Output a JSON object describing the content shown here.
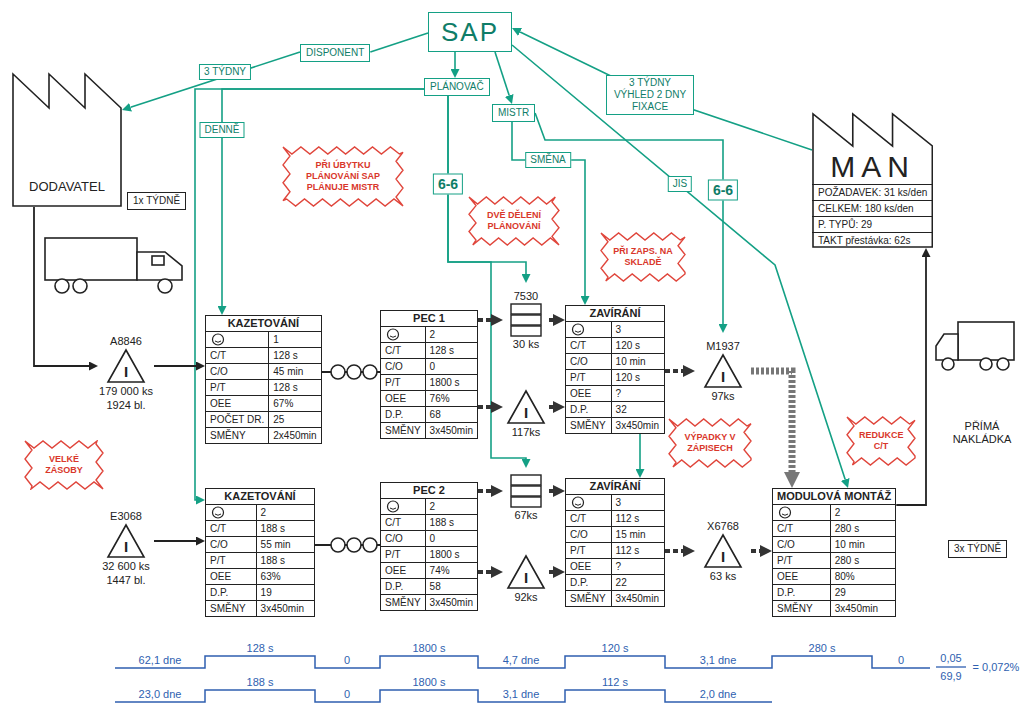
{
  "diagram": {
    "nodes": [
      {
        "text": [
          "SAP"
        ]
      },
      {
        "text": [
          "DISPONENT"
        ]
      },
      {
        "text": [
          "PLÁNOVAČ"
        ]
      },
      {
        "text": [
          "MISTR"
        ]
      },
      {
        "text": [
          "DODAVATEL"
        ]
      },
      {
        "text": [
          "MAN",
          "POŽADAVEK: 31 ks/den",
          "CELKEM: 180 ks/den",
          "P. TYPŮ: 29",
          "TAKT přestávka: 62s"
        ]
      },
      {
        "text": [
          "PŘI ÚBYTKU PLÁNOVÁNÍ SAP PLÁNUJE MISTR"
        ]
      },
      {
        "text": [
          "DVĚ DĚLENÍ PLÁNOVÁNÍ"
        ]
      },
      {
        "text": [
          "PŘI ZAPS. NA SKLADĚ"
        ]
      },
      {
        "text": [
          "1x TÝDNĚ"
        ]
      },
      {
        "text": [
          "7530",
          "30 ks"
        ]
      },
      {
        "text": [
          "M1937",
          "I",
          "97ks"
        ]
      },
      {
        "text": [
          "A8846",
          "I",
          "179 000 ks",
          "1924 bl."
        ]
      },
      {
        "text": [
          "KAZETOVÁNÍ",
          "1",
          "C/T",
          "128 s",
          "C/O",
          "45 min",
          "P/T",
          "128 s",
          "OEE",
          "67%",
          "POČET DR.",
          "25",
          "SMĚNY",
          "2x450min"
        ]
      },
      {
        "text": [
          "PEC 1",
          "2",
          "C/T",
          "128 s",
          "C/O",
          "0",
          "P/T",
          "1800 s",
          "OEE",
          "76%",
          "D.P.",
          "68",
          "SMĚNY",
          "3x450min"
        ]
      },
      {
        "text": [
          "I",
          "117ks"
        ]
      },
      {
        "text": [
          "ZAVÍRÁNÍ",
          "3",
          "C/T",
          "120 s",
          "C/O",
          "10 min",
          "P/T",
          "120 s",
          "OEE",
          "?",
          "D.P.",
          "32",
          "SMĚNY",
          "3x450min"
        ]
      },
      {
        "text": [
          "VÝPADKY V ZÁPISECH"
        ]
      },
      {
        "text": [
          "REDUKCE C/T"
        ]
      },
      {
        "text": [
          "VELKÉ ZÁSOBY"
        ]
      },
      {
        "text": [
          "E3068",
          "I",
          "32 600 ks",
          "1447 bl."
        ]
      },
      {
        "text": [
          "KAZETOVÁNÍ",
          "2",
          "C/T",
          "188 s",
          "C/O",
          "55 min",
          "P/T",
          "188 s",
          "OEE",
          "63%",
          "D.P.",
          "19",
          "SMĚNY",
          "3x450min"
        ]
      },
      {
        "text": [
          "PEC 2",
          "2",
          "C/T",
          "188 s",
          "C/O",
          "0",
          "P/T",
          "1800 s",
          "OEE",
          "74%",
          "D.P.",
          "58",
          "SMĚNY",
          "3x450min"
        ]
      },
      {
        "text": [
          "67ks"
        ]
      },
      {
        "text": [
          "I",
          "92ks"
        ]
      },
      {
        "text": [
          "ZAVÍRÁNÍ",
          "3",
          "C/T",
          "112 s",
          "C/O",
          "15 min",
          "P/T",
          "112 s",
          "OEE",
          "?",
          "D.P.",
          "22",
          "SMĚNY",
          "3x450min"
        ]
      },
      {
        "text": [
          "X6768",
          "I",
          "63 ks"
        ]
      },
      {
        "text": [
          "MODULOVÁ MONTÁŽ",
          "2",
          "C/T",
          "280 s",
          "C/O",
          "10 min",
          "P/T",
          "280 s",
          "OEE",
          "80%",
          "D.P.",
          "29",
          "SMĚNY",
          "3x450min"
        ]
      },
      {
        "text": [
          "3x TÝDNĚ"
        ]
      }
    ],
    "edges": [
      {
        "from": 0,
        "to": 1,
        "arrow": "none"
      },
      {
        "from": 1,
        "to": 4,
        "arrow": "to",
        "label": "3 TÝDNY"
      },
      {
        "from": 0,
        "to": 2,
        "arrow": "to"
      },
      {
        "from": 2,
        "to": 13,
        "arrow": "to",
        "label": "DENNĚ"
      },
      {
        "from": 2,
        "to": 21,
        "arrow": "to"
      },
      {
        "from": 2,
        "to": 10,
        "arrow": "to",
        "label": "6-6"
      },
      {
        "from": 2,
        "to": 23,
        "arrow": "to"
      },
      {
        "from": 0,
        "to": 3,
        "arrow": "to"
      },
      {
        "from": 3,
        "to": 16,
        "arrow": "to",
        "label": "SMĚNA"
      },
      {
        "from": 3,
        "to": 11,
        "arrow": "to",
        "label": "6-6"
      },
      {
        "from": 0,
        "to": 27,
        "arrow": "to",
        "label": "JIS"
      },
      {
        "from": 5,
        "to": 0,
        "arrow": "to",
        "label": "3 TÝDNY VÝHLED 2 DNY FIXACE"
      },
      {
        "from": 4,
        "to": 12,
        "arrow": "to"
      },
      {
        "from": 12,
        "to": 13,
        "arrow": "to"
      },
      {
        "from": 20,
        "to": 21,
        "arrow": "to"
      },
      {
        "from": 13,
        "to": 14,
        "arrow": "none"
      },
      {
        "from": 21,
        "to": 22,
        "arrow": "none"
      },
      {
        "from": 14,
        "to": 10,
        "arrow": "to"
      },
      {
        "from": 10,
        "to": 16,
        "arrow": "to"
      },
      {
        "from": 14,
        "to": 15,
        "arrow": "to"
      },
      {
        "from": 15,
        "to": 16,
        "arrow": "to"
      },
      {
        "from": 22,
        "to": 23,
        "arrow": "to"
      },
      {
        "from": 23,
        "to": 25,
        "arrow": "to"
      },
      {
        "from": 22,
        "to": 24,
        "arrow": "to"
      },
      {
        "from": 24,
        "to": 25,
        "arrow": "to"
      },
      {
        "from": 16,
        "to": 11,
        "arrow": "to"
      },
      {
        "from": 11,
        "to": 27,
        "arrow": "to"
      },
      {
        "from": 25,
        "to": 26,
        "arrow": "to"
      },
      {
        "from": 26,
        "to": 27,
        "arrow": "to"
      },
      {
        "from": 16,
        "to": 25,
        "arrow": "to"
      },
      {
        "from": 27,
        "to": 5,
        "arrow": "to"
      }
    ],
    "labels": [
      "PŘÍMÁ NAKLÁDKA",
      "62,1 dne",
      "128 s",
      "0",
      "1800 s",
      "4,7 dne",
      "120 s",
      "3,1 dne",
      "280 s",
      "0",
      "23,0 dne",
      "188 s",
      "0",
      "1800 s",
      "3,1 dne",
      "112 s",
      "2,0 dne",
      "0,05",
      "69,9",
      "= 0,072%"
    ]
  }
}
